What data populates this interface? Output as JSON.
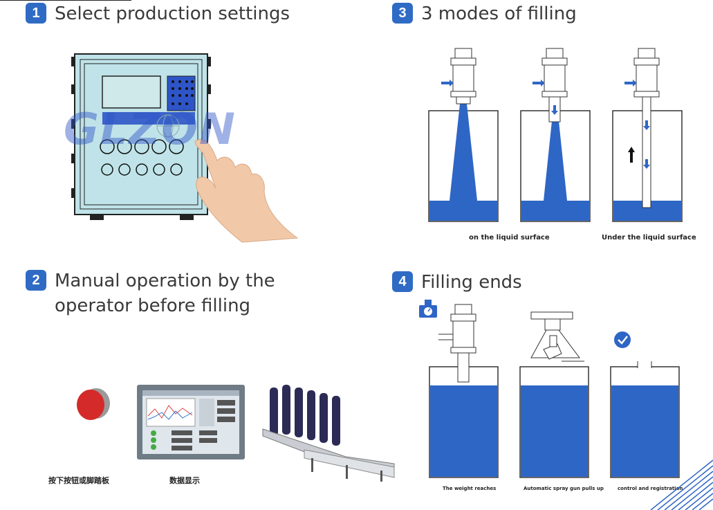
{
  "steps": [
    {
      "num": "1",
      "title": "Select production settings"
    },
    {
      "num": "2",
      "title_line1": "Manual operation by the",
      "title_line2": "operator before filling"
    },
    {
      "num": "3",
      "title": "3 modes of filling"
    },
    {
      "num": "4",
      "title": "Filling ends"
    }
  ],
  "logo_text": "GLZON",
  "mode_captions": [
    "on the liquid surface",
    "Under the liquid surface"
  ],
  "manual_captions": [
    "按下按钮或脚踏板",
    "数据显示"
  ],
  "end_captions": [
    "The weight reaches",
    "Automatic spray gun pulls up",
    "control and registration"
  ],
  "colors": {
    "accent": "#2f6bc4",
    "liquid": "#2e66c5",
    "panel": "#bfe3e8",
    "button_red": "#d42a2a"
  }
}
